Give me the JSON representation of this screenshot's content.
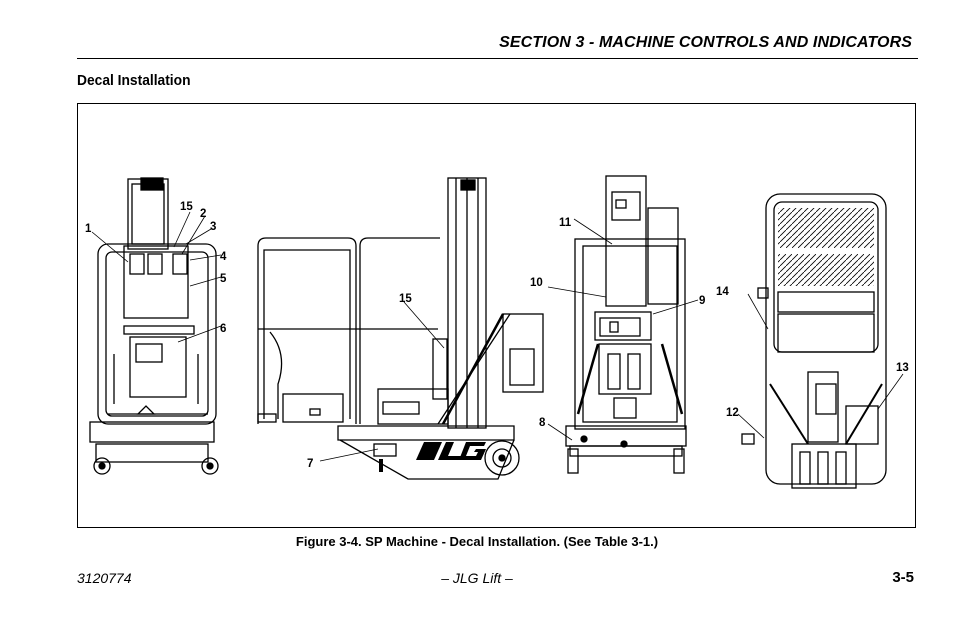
{
  "header": {
    "section_title": "SECTION 3 - MACHINE CONTROLS AND INDICATORS",
    "sub_heading": "Decal Installation"
  },
  "figure": {
    "callouts": {
      "c1": "1",
      "c2": "2",
      "c3": "3",
      "c4": "4",
      "c5": "5",
      "c6": "6",
      "c7": "7",
      "c8": "8",
      "c9": "9",
      "c10": "10",
      "c11": "11",
      "c12": "12",
      "c13": "13",
      "c14": "14",
      "c15a": "15",
      "c15b": "15"
    },
    "logo_text": "JLG",
    "caption": "Figure 3-4.  SP Machine - Decal Installation. (See Table 3-1.)"
  },
  "footer": {
    "doc_number": "3120774",
    "center": "– JLG Lift –",
    "page": "3-5"
  }
}
